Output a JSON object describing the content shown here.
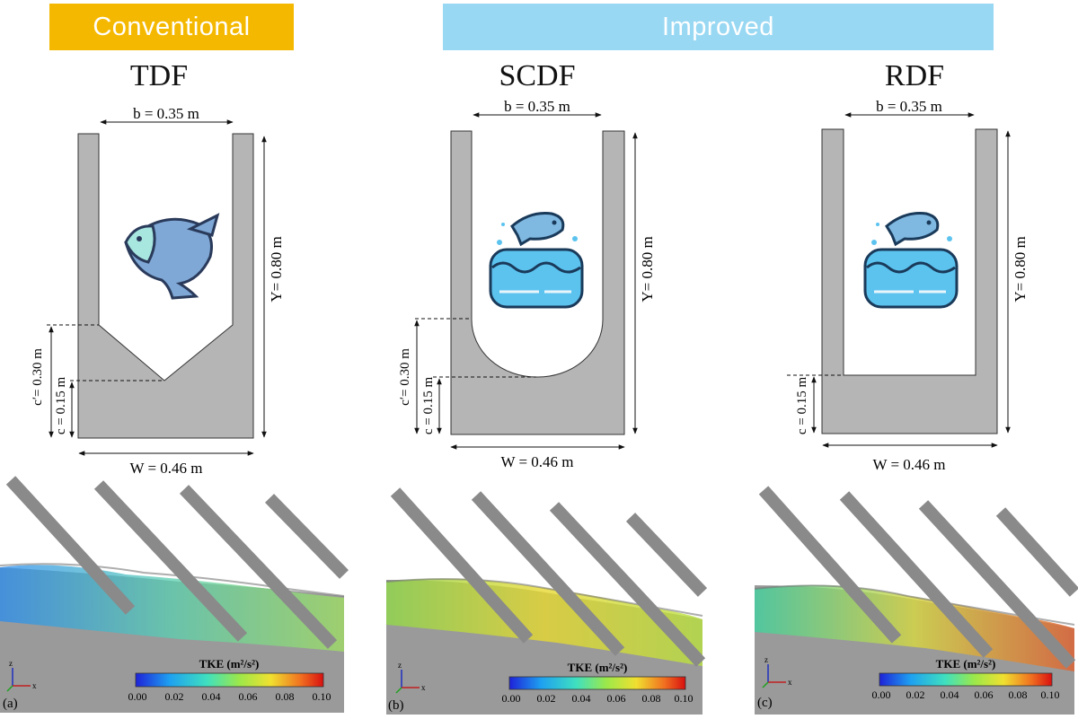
{
  "banners": {
    "conventional": "Conventional",
    "improved": "Improved"
  },
  "panels": [
    {
      "id": "tdf",
      "title": "TDF",
      "b": "b = 0.35 m",
      "Y": "Y= 0.80 m",
      "W": "W = 0.46 m",
      "c": "c = 0.15 m",
      "c2": "c′= 0.30 m",
      "tag": "(a)"
    },
    {
      "id": "scdf",
      "title": "SCDF",
      "b": "b = 0.35 m",
      "Y": "Y= 0.80 m",
      "W": "W = 0.46 m",
      "c": "c = 0.15 m",
      "c2": "c′= 0.30 m",
      "tag": "(b)"
    },
    {
      "id": "rdf",
      "title": "RDF",
      "b": "b = 0.35 m",
      "Y": "Y= 0.80 m",
      "W": "W = 0.46 m",
      "c": "c = 0.15 m",
      "tag": "(c)"
    }
  ],
  "colorbar": {
    "title": "TKE (m²/s²)",
    "ticks": [
      "0.00",
      "0.02",
      "0.04",
      "0.06",
      "0.08",
      "0.10"
    ],
    "colors": [
      "#1e22d8",
      "#1ea0f0",
      "#3fe0c0",
      "#9be84a",
      "#f0e030",
      "#f07020",
      "#d81010"
    ]
  },
  "axes": {
    "z": "z",
    "x": "x"
  }
}
